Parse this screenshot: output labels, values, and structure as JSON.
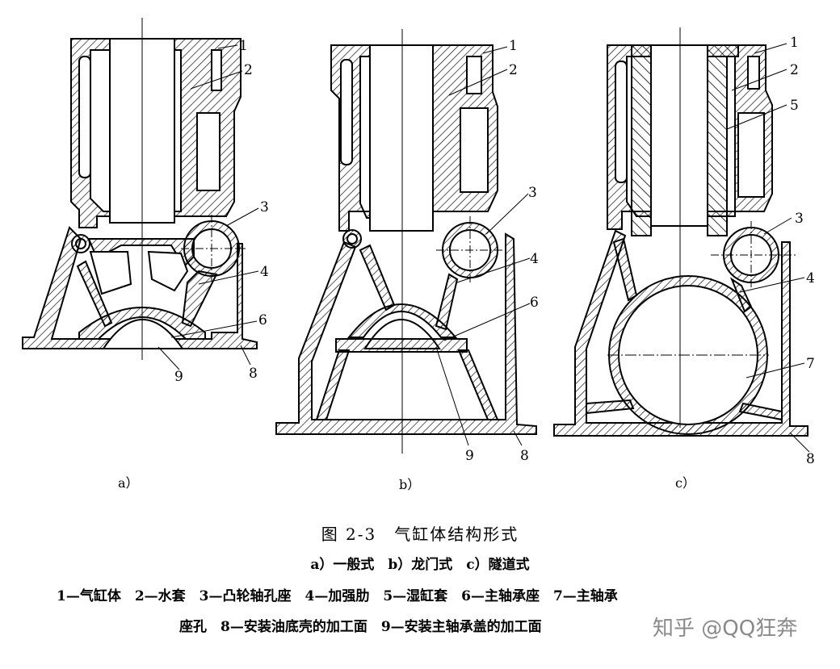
{
  "figure": {
    "title": "图 2-3　气缸体结构形式",
    "types_line": "a）一般式　b）龙门式　c）隧道式",
    "legend_line1": "1—气缸体　2—水套　3—凸轮轴孔座　4—加强肋　5—湿缸套　6—主轴承座　7—主轴承",
    "legend_line2": "座孔　8—安装油底壳的加工面　9—安装主轴承盖的加工面",
    "watermark": "知乎 @QQ狂奔"
  },
  "diagrams": {
    "a": {
      "sublabel": "a）",
      "labels": {
        "n1": "1",
        "n2": "2",
        "n3": "3",
        "n4": "4",
        "n6": "6",
        "n8": "8",
        "n9": "9"
      }
    },
    "b": {
      "sublabel": "b）",
      "labels": {
        "n1": "1",
        "n2": "2",
        "n3": "3",
        "n4": "4",
        "n6": "6",
        "n8": "8",
        "n9": "9"
      }
    },
    "c": {
      "sublabel": "c）",
      "labels": {
        "n1": "1",
        "n2": "2",
        "n5": "5",
        "n3": "3",
        "n4": "4",
        "n7": "7",
        "n8": "8"
      }
    }
  }
}
